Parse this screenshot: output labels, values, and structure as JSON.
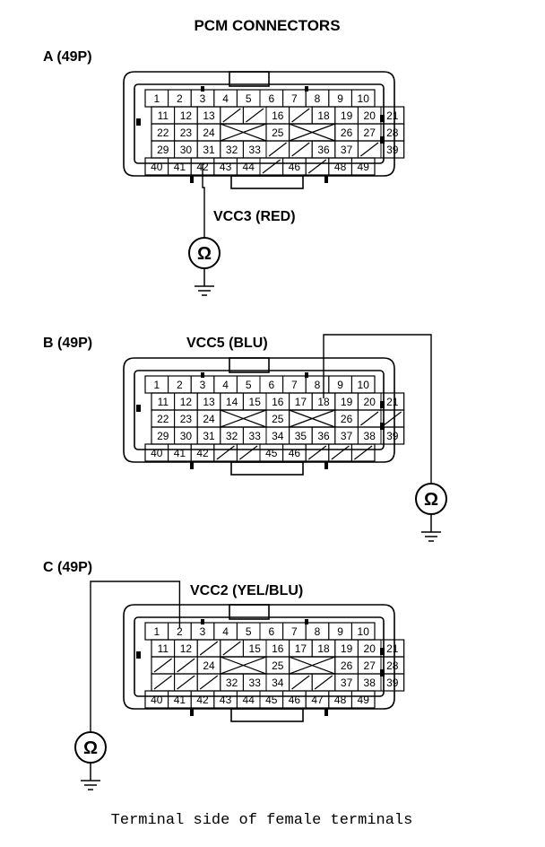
{
  "title": "PCM CONNECTORS",
  "caption": "Terminal side of female terminals",
  "meter_symbol": "Ω",
  "colors": {
    "ink": "#000000",
    "background": "#ffffff"
  },
  "connectors": [
    {
      "id": "a",
      "label": "A (49P)",
      "wire_label": "VCC3 (RED)",
      "probe_pin": "42",
      "rows": [
        [
          "1",
          "2",
          "3",
          "4",
          "5",
          "6",
          "7",
          "8",
          "9",
          "10"
        ],
        [
          "11",
          "12",
          "13",
          "/",
          "/",
          "16",
          "/",
          "18",
          "19",
          "20",
          "21"
        ],
        [
          "22",
          "23",
          "24",
          "X",
          "X",
          "25",
          "X",
          "X",
          "26",
          "27",
          "28"
        ],
        [
          "29",
          "30",
          "31",
          "32",
          "33",
          "/",
          "/",
          "36",
          "37",
          "/",
          "39"
        ],
        [
          "40",
          "41",
          "42",
          "43",
          "44",
          "/",
          "46",
          "/",
          "48",
          "49"
        ]
      ]
    },
    {
      "id": "b",
      "label": "B (49P)",
      "wire_label": "VCC5 (BLU)",
      "probe_pin": "18",
      "rows": [
        [
          "1",
          "2",
          "3",
          "4",
          "5",
          "6",
          "7",
          "8",
          "9",
          "10"
        ],
        [
          "11",
          "12",
          "13",
          "14",
          "15",
          "16",
          "17",
          "18",
          "19",
          "20",
          "21"
        ],
        [
          "22",
          "23",
          "24",
          "X",
          "X",
          "25",
          "X",
          "X",
          "26",
          "/",
          "/"
        ],
        [
          "29",
          "30",
          "31",
          "32",
          "33",
          "34",
          "35",
          "36",
          "37",
          "38",
          "39"
        ],
        [
          "40",
          "41",
          "42",
          "/",
          "/",
          "45",
          "46",
          "/",
          "/",
          "/"
        ]
      ]
    },
    {
      "id": "c",
      "label": "C (49P)",
      "wire_label": "VCC2 (YEL/BLU)",
      "probe_pin": "2",
      "rows": [
        [
          "1",
          "2",
          "3",
          "4",
          "5",
          "6",
          "7",
          "8",
          "9",
          "10"
        ],
        [
          "11",
          "12",
          "/",
          "/",
          "15",
          "16",
          "17",
          "18",
          "19",
          "20",
          "21"
        ],
        [
          "/",
          "/",
          "24",
          "X",
          "X",
          "25",
          "X",
          "X",
          "26",
          "27",
          "28"
        ],
        [
          "/",
          "/",
          "/",
          "32",
          "33",
          "34",
          "/",
          "/",
          "37",
          "38",
          "39"
        ],
        [
          "40",
          "41",
          "42",
          "43",
          "44",
          "45",
          "46",
          "47",
          "48",
          "49"
        ]
      ]
    }
  ]
}
